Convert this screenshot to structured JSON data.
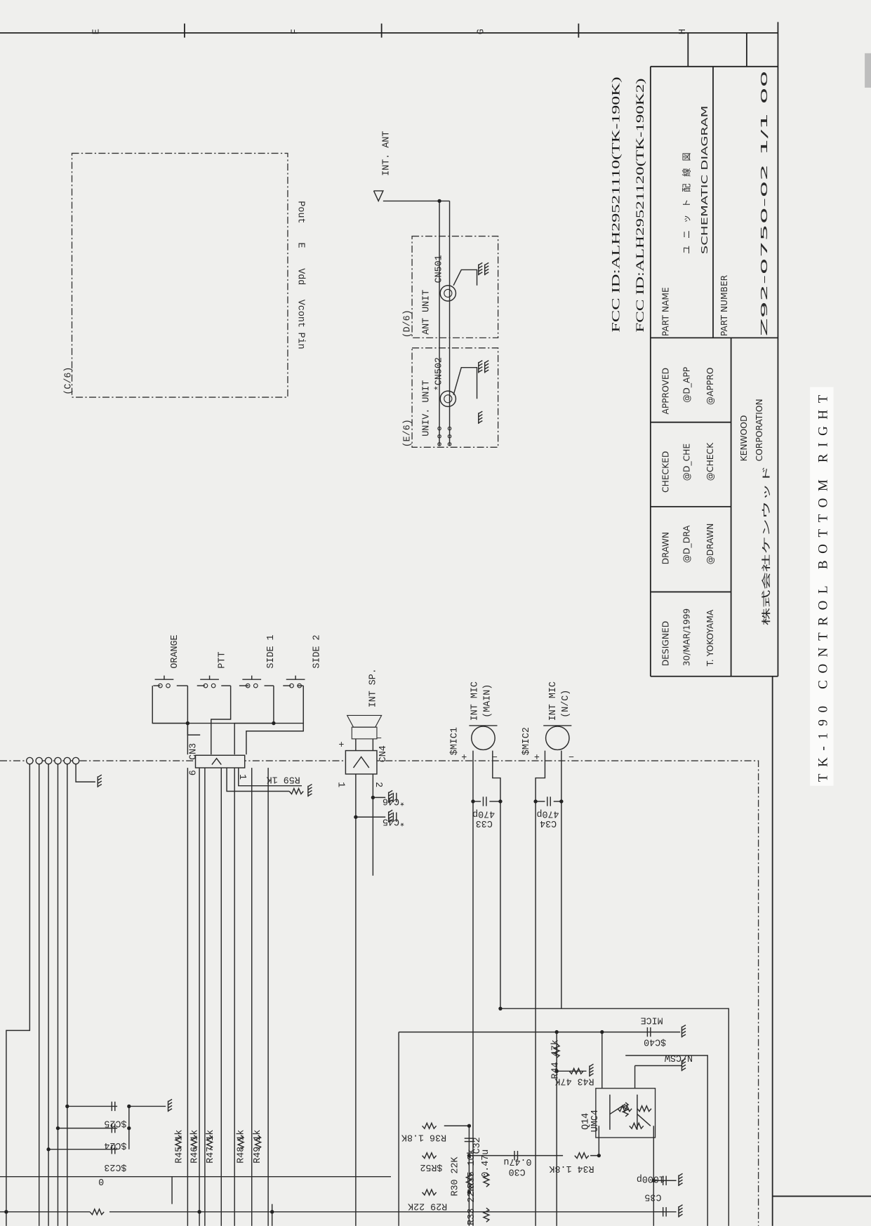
{
  "zones": [
    "E",
    "F",
    "G",
    "H"
  ],
  "fcc": [
    "FCC ID:ALH29521110(TK-190K)",
    "FCC ID:ALH29521120(TK-190K2)"
  ],
  "title_block": {
    "part_name_label": "PART NAME",
    "part_name_jp": "ユニット配線図",
    "part_name_en": "SCHEMATIC DIAGRAM",
    "part_number_label": "PART NUMBER",
    "part_number": "Z92-0750-02 1/1 00",
    "approved": {
      "label": "APPROVED",
      "v1": "@D_APP",
      "v2": "@APPRO"
    },
    "checked": {
      "label": "CHECKED",
      "v1": "@D_CHE",
      "v2": "@CHECK"
    },
    "drawn": {
      "label": "DRAWN",
      "v1": "@D_DRA",
      "v2": "@DRAWN"
    },
    "designed": {
      "label": "DESIGNED",
      "date": "30/MAR/1999",
      "name": "T. YOKOYAMA"
    },
    "company_jp": "株式会社ケンウッド",
    "company_en1": "KENWOOD",
    "company_en2": "CORPORATION"
  },
  "caption": "TK-190 CONTROL BOTTOM RIGHT",
  "blocks": {
    "c6": {
      "label": "(C/6)",
      "pins": [
        "Pout",
        "E",
        "Vdd",
        "Vcont",
        "Pin"
      ]
    },
    "d6": {
      "label": "(D/6)",
      "name": "ANT UNIT",
      "connector": "CN501"
    },
    "e6": {
      "label": "(E/6)",
      "name": "UNIV. UNIT",
      "connector": "*CN502"
    },
    "antenna": "INT. ANT"
  },
  "switches": [
    "ORANGE",
    "PTT",
    "SIDE 1",
    "SIDE 2"
  ],
  "connectors": {
    "cn3": "CN3",
    "cn3_pin6": "6",
    "cn3_pin1": "1",
    "cn4": "CN4",
    "cn4_pin1": "1",
    "cn4_pin2": "2",
    "plus": "+",
    "minus": "−"
  },
  "speaker": "INT SP.",
  "mics": [
    {
      "name": "INT MIC",
      "sub": "(MAIN)",
      "ref": "$MIC1"
    },
    {
      "name": "INT MIC",
      "sub": "(N/C)",
      "ref": "$MIC2"
    }
  ],
  "components": {
    "r59": "R59 1K",
    "c46": "*C46",
    "c45": "*C45",
    "c33": "C33",
    "c33v": "470p",
    "c34": "C34",
    "c34v": "470p",
    "r45": "R45 1k",
    "r46": "R46 1k",
    "r47": "R47 1k",
    "r48": "R48 1k",
    "r49": "R49 1k",
    "c23": "$C23",
    "c24": "$C24",
    "c25": "$C25",
    "r0": "0",
    "r36": "R36 1.8K",
    "r52": "$R52",
    "c32": "C32",
    "c32v": "0.47u",
    "c30": "C30",
    "c30v": "0.47u",
    "r30": "R30 22K",
    "r35": "R35 10k",
    "r29": "R29 22K",
    "r33": "R33 22K",
    "r34": "R34 1.8K",
    "r44": "R44 47k",
    "r43": "R43 47K",
    "q14": "Q14",
    "q14v": "UMC4",
    "c40": "$C40",
    "c35": "C35",
    "c35v": "1000p"
  },
  "nets": {
    "mice": "MICE",
    "ncsw": "N/CSW"
  }
}
